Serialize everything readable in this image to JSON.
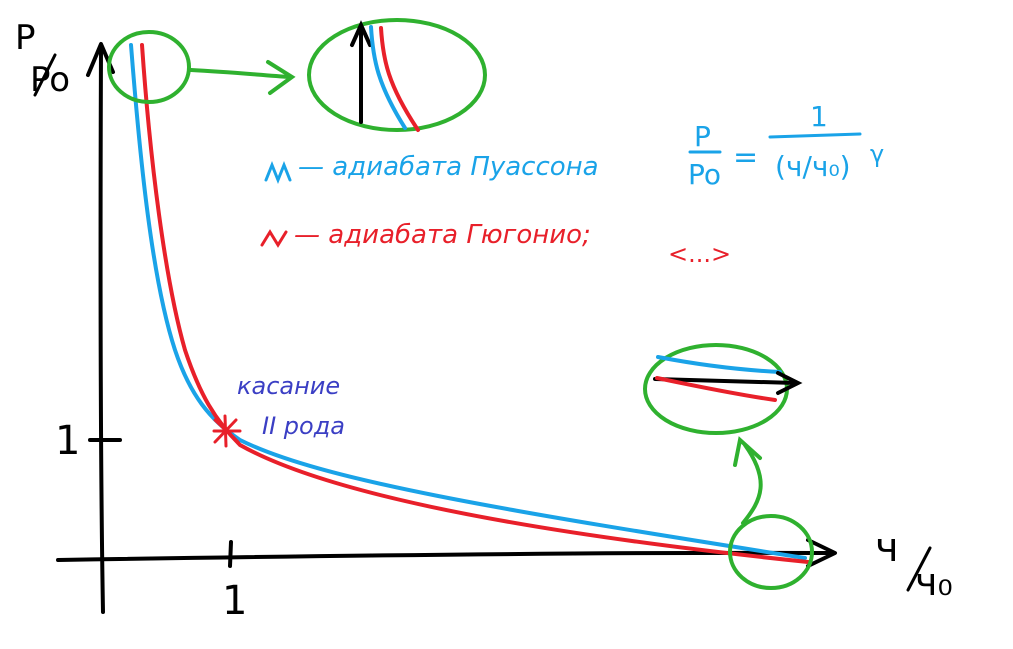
{
  "axes": {
    "y_label_top": "P",
    "y_label_bottom": "Po",
    "x_label_top": "ч",
    "x_label_bottom": "ч₀",
    "y_tick": "1",
    "x_tick": "1"
  },
  "legend": {
    "blue_label": "— адиабата Пуассона",
    "red_label": "— адиабата Гюгонио;",
    "red_formula": "<...>",
    "formula_lhs_top": "P",
    "formula_lhs_bottom": "Po",
    "formula_eq": "=",
    "formula_rhs_top": "1",
    "formula_rhs_bottom": "(ч/ч₀)",
    "formula_exp": "γ"
  },
  "annotation": {
    "line1": "касание",
    "line2": "II рода"
  },
  "colors": {
    "blue": "#1aa3e8",
    "red": "#e8202a",
    "green": "#2fb12f",
    "black": "#000000",
    "annotation": "#3b3fc4"
  }
}
